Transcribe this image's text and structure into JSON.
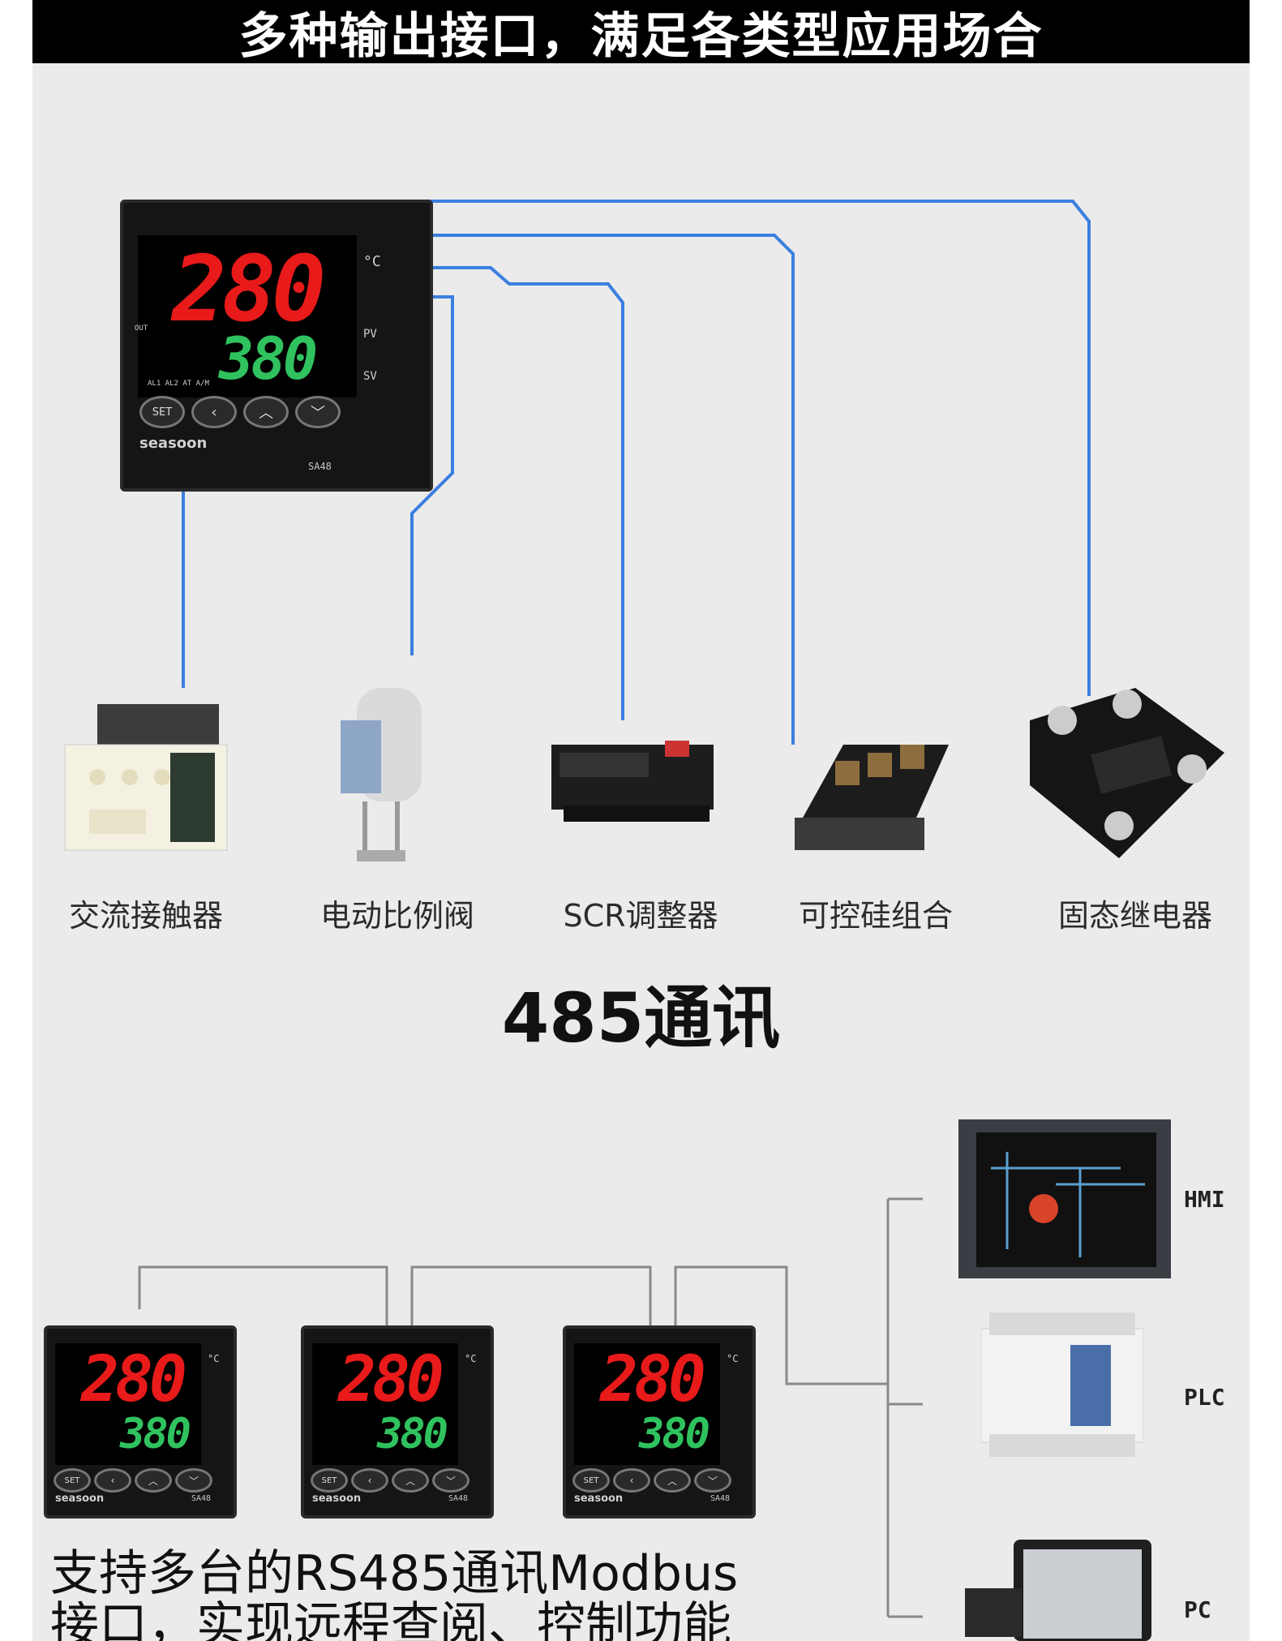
{
  "header": {
    "title": "多种输出接口，满足各类型应用场合"
  },
  "controller": {
    "pv": "280",
    "sv": "380",
    "unit": "°C",
    "pv_label": "PV",
    "sv_label": "SV",
    "out_label": "OUT",
    "alarm_labels": "AL1 AL2  AT  A/M",
    "set_button": "SET",
    "brand": "seasoon",
    "model": "SA48"
  },
  "outputs": [
    {
      "label": "交流接触器",
      "icon": "contactor-icon"
    },
    {
      "label": "电动比例阀",
      "icon": "valve-actuator-icon"
    },
    {
      "label": "SCR调整器",
      "icon": "scr-regulator-icon"
    },
    {
      "label": "可控硅组合",
      "icon": "thyristor-module-icon"
    },
    {
      "label": "固态继电器",
      "icon": "solid-state-relay-icon"
    }
  ],
  "comm": {
    "title": "485通讯",
    "targets": [
      {
        "label": "HMI",
        "icon": "hmi-panel-icon"
      },
      {
        "label": "PLC",
        "icon": "plc-icon"
      },
      {
        "label": "PC",
        "icon": "laptop-icon"
      }
    ],
    "caption_line1": "支持多台的RS485通讯Modbus",
    "caption_line2": "接口，实现远程查阅、控制功能"
  },
  "colors": {
    "wire_blue": "#3b7fe0",
    "wire_gray": "#8a8a8a",
    "panel_bg": "#ebebeb",
    "header_bg": "#000000"
  }
}
